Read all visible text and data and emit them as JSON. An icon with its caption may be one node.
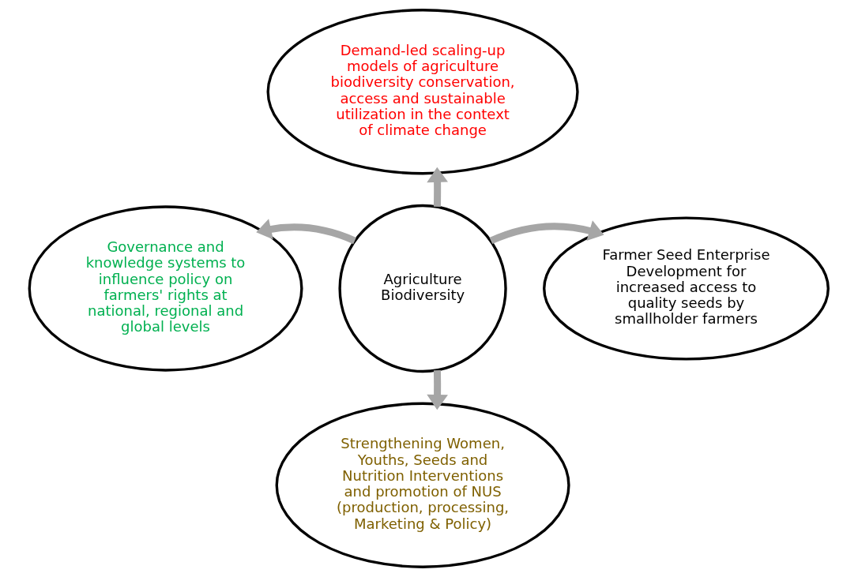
{
  "diagram": {
    "nodes": [
      {
        "text": [
          "Demand-led scaling-up models of agriculture biodiversity conservation, access and sustainable utilization in the context of climate change"
        ]
      },
      {
        "text": [
          "Governance and knowledge systems to influence policy on farmers' rights at national, regional and global levels"
        ]
      },
      {
        "text": [
          "Agriculture Biodiversity"
        ]
      },
      {
        "text": [
          "Farmer Seed Enterprise Development for increased access to quality seeds by smallholder farmers"
        ]
      },
      {
        "text": [
          "Strengthening Women, Youths, Seeds and Nutrition Interventions and promotion of NUS (production, processing, Marketing & Policy)"
        ]
      }
    ],
    "edges": [
      {
        "from": 2,
        "to": 0,
        "arrow": "to"
      },
      {
        "from": 2,
        "to": 1,
        "arrow": "to"
      },
      {
        "from": 2,
        "to": 3,
        "arrow": "to"
      },
      {
        "from": 2,
        "to": 4,
        "arrow": "to"
      }
    ]
  }
}
